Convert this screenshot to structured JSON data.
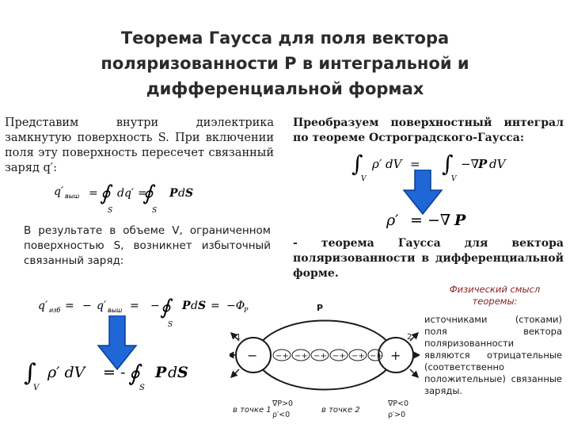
{
  "title": {
    "line1": "Теорема Гаусса для поля вектора",
    "line2": "поляризованности P в интегральной и",
    "line3": "дифференциальной формах"
  },
  "left": {
    "intro": "Представим внутри диэлектрика замкнутую поверхность S. При включении поля эту поверхность пересечет связанный заряд q′:",
    "result": "В результате в объеме V, ограниченном поверхностью S, возникнет избыточный связанный заряд:"
  },
  "right": {
    "intro": "Преобразуем поверхностный интеграл по теореме Остроградского-Гаусса:",
    "theorem": "- теорема Гаусса для вектора поляризованности в дифференциальной форме."
  },
  "physics": {
    "title": "Физический смысл теоремы:",
    "body": "источниками (стоками) поля вектора поляризованности являются отрицательные (соответственно положительные) связанные заряды."
  },
  "diagram": {
    "label_p": "P",
    "left_point": "в точке 1",
    "right_point": "в точке 2",
    "left_div": "∇P>0",
    "left_rho": "ρ′<0",
    "right_div": "∇P<0",
    "right_rho": "ρ′>0",
    "num1": "1",
    "num2": "2"
  },
  "colors": {
    "arrow_blue": "#1f66d6",
    "arrow_outline": "#0b3d91",
    "physics_red": "#8a1e1e"
  }
}
